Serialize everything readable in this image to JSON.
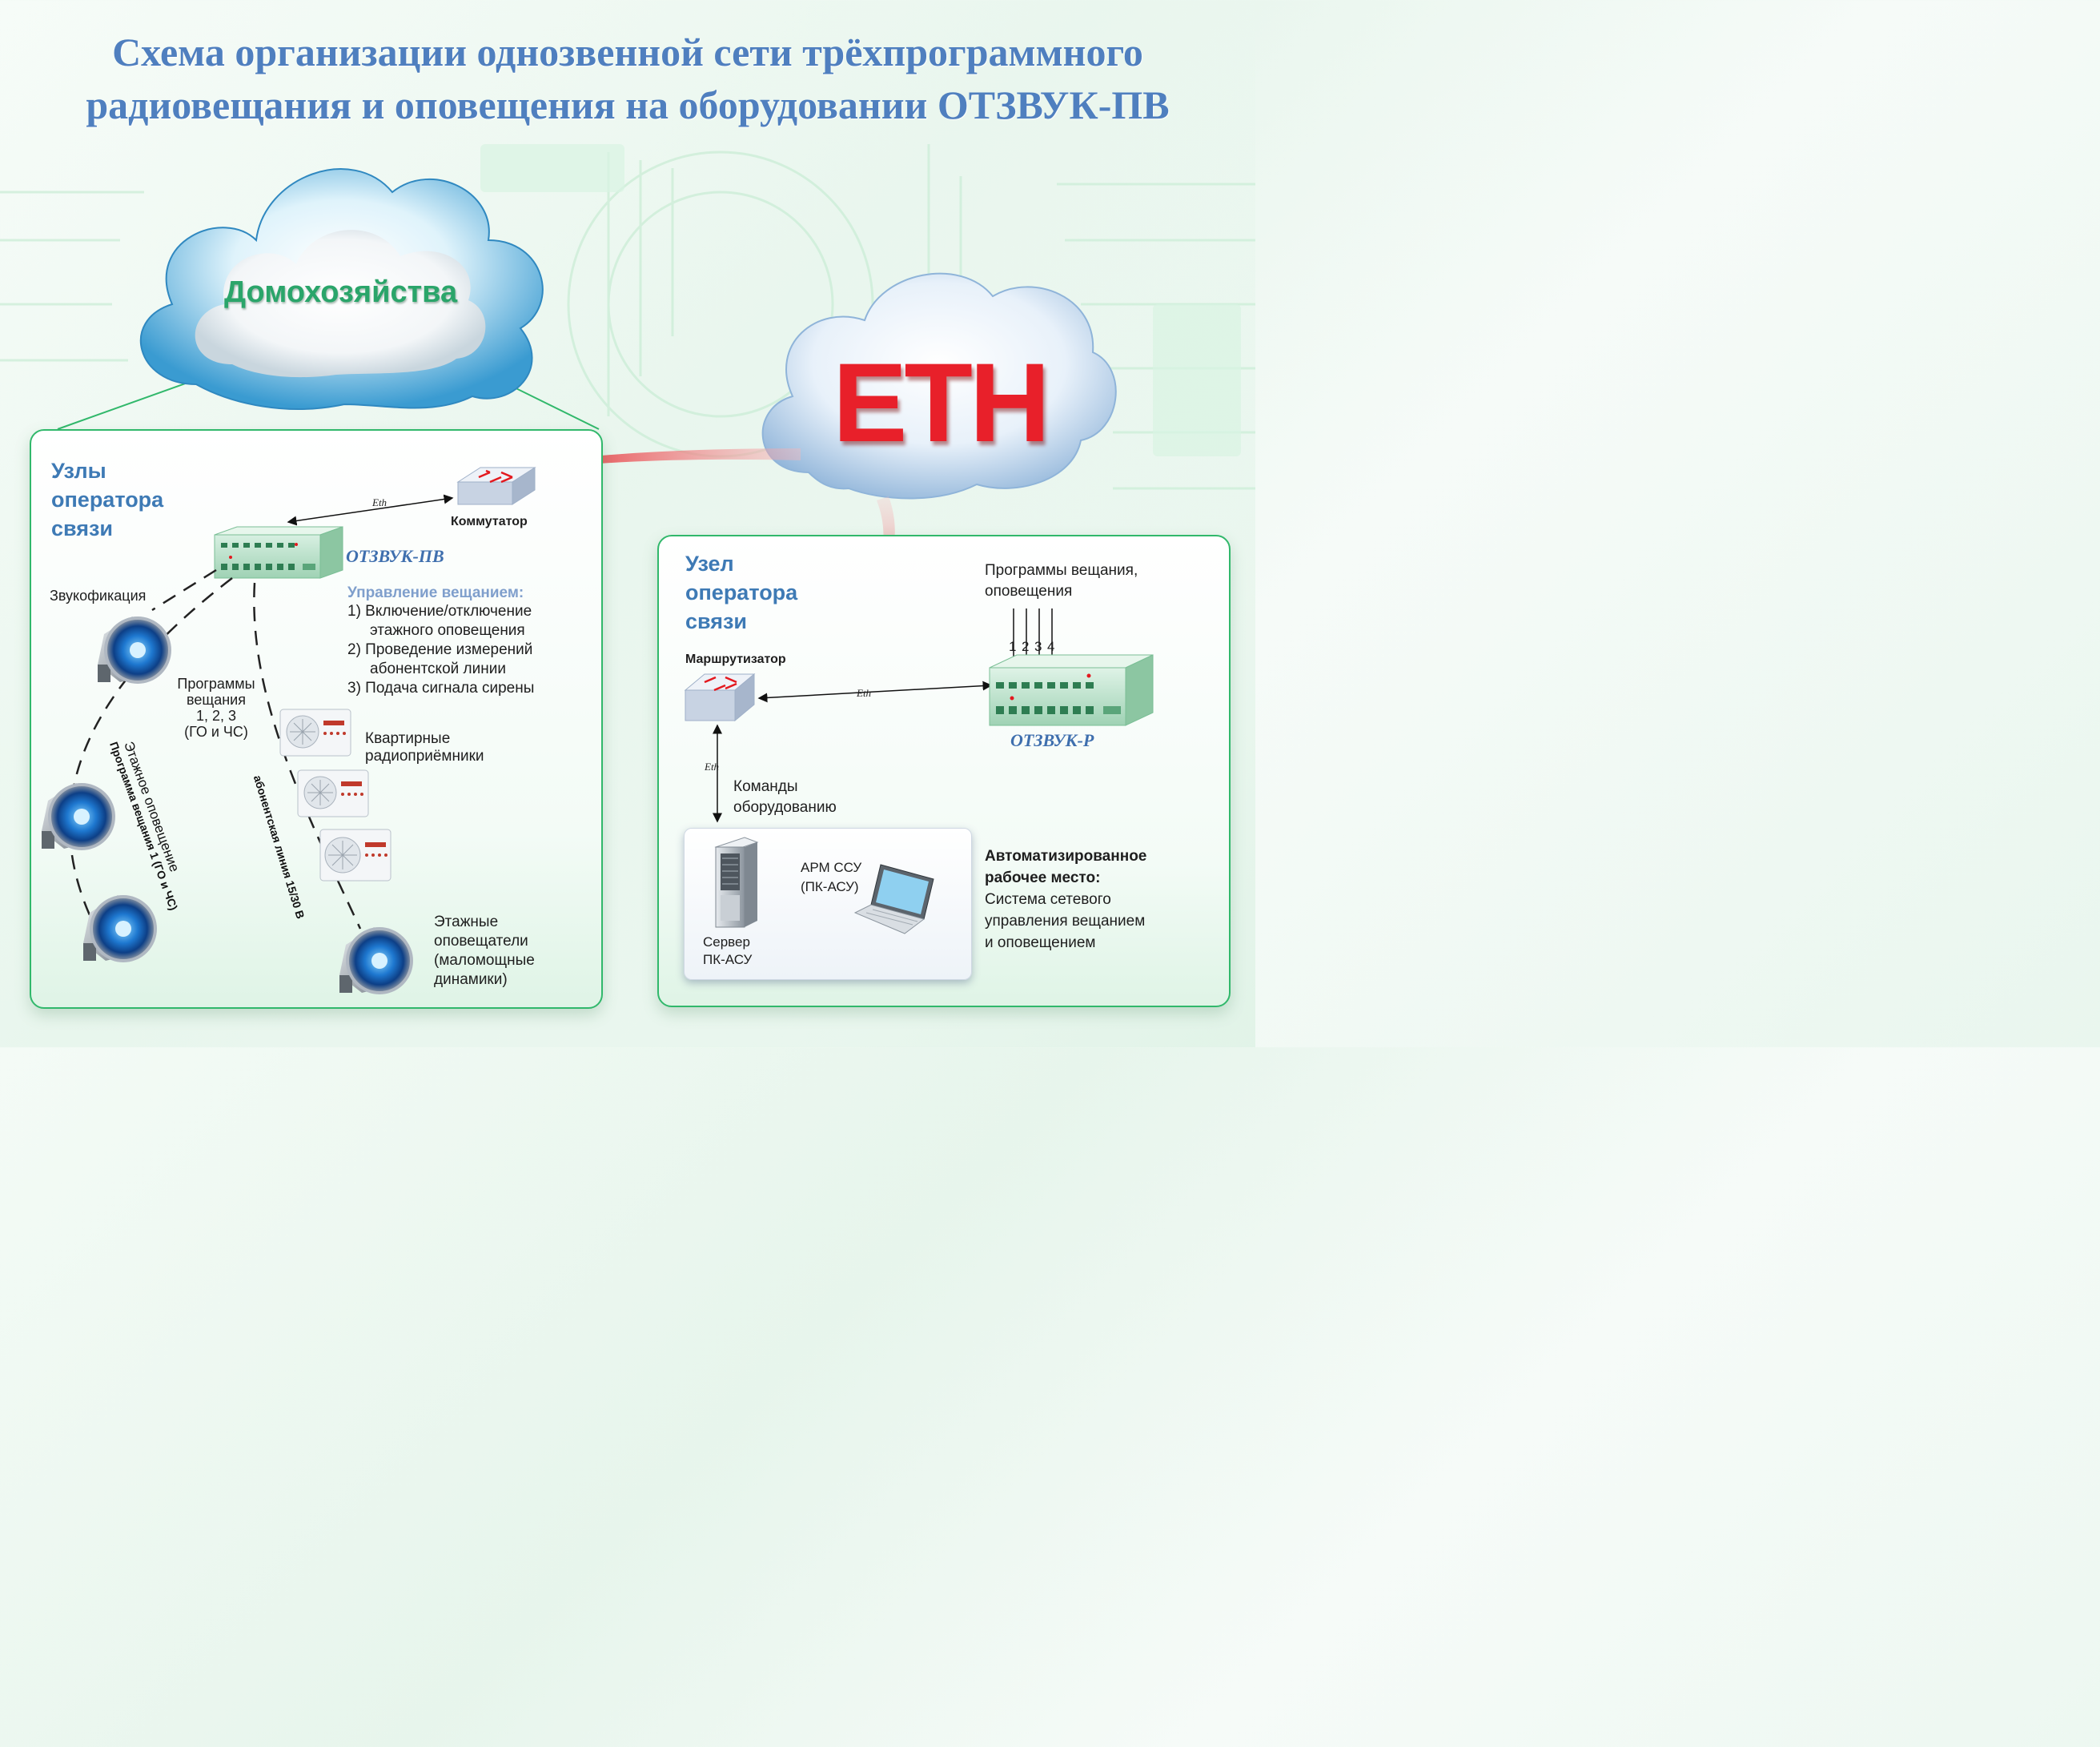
{
  "title": {
    "line1": "Схема организации однозвенной сети трёхпрограммного",
    "line2": "радиовещания и оповещения на оборудовании ОТЗВУК-ПВ"
  },
  "clouds": {
    "households": "Домохозяйства",
    "eth": "ETH"
  },
  "left_panel": {
    "heading": [
      "Узлы",
      "оператора",
      "связи"
    ],
    "switch_label": "Коммутатор",
    "eth_label": "Eth",
    "device_model": "ОТЗВУК-ПВ",
    "zvuk_label": "Звукофикация",
    "programs": [
      "Программы",
      "вещания",
      "1, 2, 3",
      "(ГО и ЧС)"
    ],
    "control": {
      "title": "Управление вещанием:",
      "items": [
        "1) Включение/отключение",
        "этажного оповещения",
        "2) Проведение измерений",
        "абонентской линии",
        "3) Подача сигнала сирены"
      ]
    },
    "receivers": [
      "Квартирные",
      "радиоприёмники"
    ],
    "floor_notification": "Этажное оповещение",
    "program_1": "Программа вещания 1 (ГО и ЧС)",
    "subscriber_line": "абонентская линия 15/30 В",
    "floor_speakers": [
      "Этажные",
      "оповещатели",
      "(маломощные",
      "динамики)"
    ]
  },
  "right_panel": {
    "heading": [
      "Узел",
      "оператора",
      "связи"
    ],
    "router_label": "Маршрутизатор",
    "programs": [
      "Программы вещания,",
      "оповещения"
    ],
    "channels": [
      "1",
      "2",
      "3",
      "4"
    ],
    "eth_label": "Eth",
    "eth_label_vertical": "Eth",
    "device_model": "ОТЗВУК-Р",
    "commands": [
      "Команды",
      "оборудованию"
    ],
    "server": [
      "Сервер",
      "ПК-АСУ"
    ],
    "arm": [
      "АРМ ССУ",
      "(ПК-АСУ)"
    ],
    "workstation": {
      "title": [
        "Автоматизированное",
        "рабочее место:"
      ],
      "desc": [
        "Система сетевого",
        "управления вещанием",
        "и оповещением"
      ]
    }
  },
  "colors": {
    "title": "#4f7fbf",
    "panel_border": "#31b86b",
    "heading": "#3e7ab5",
    "households_text": "#2aa56a",
    "eth_text": "#e8202a",
    "arrow": "#e3191f"
  }
}
